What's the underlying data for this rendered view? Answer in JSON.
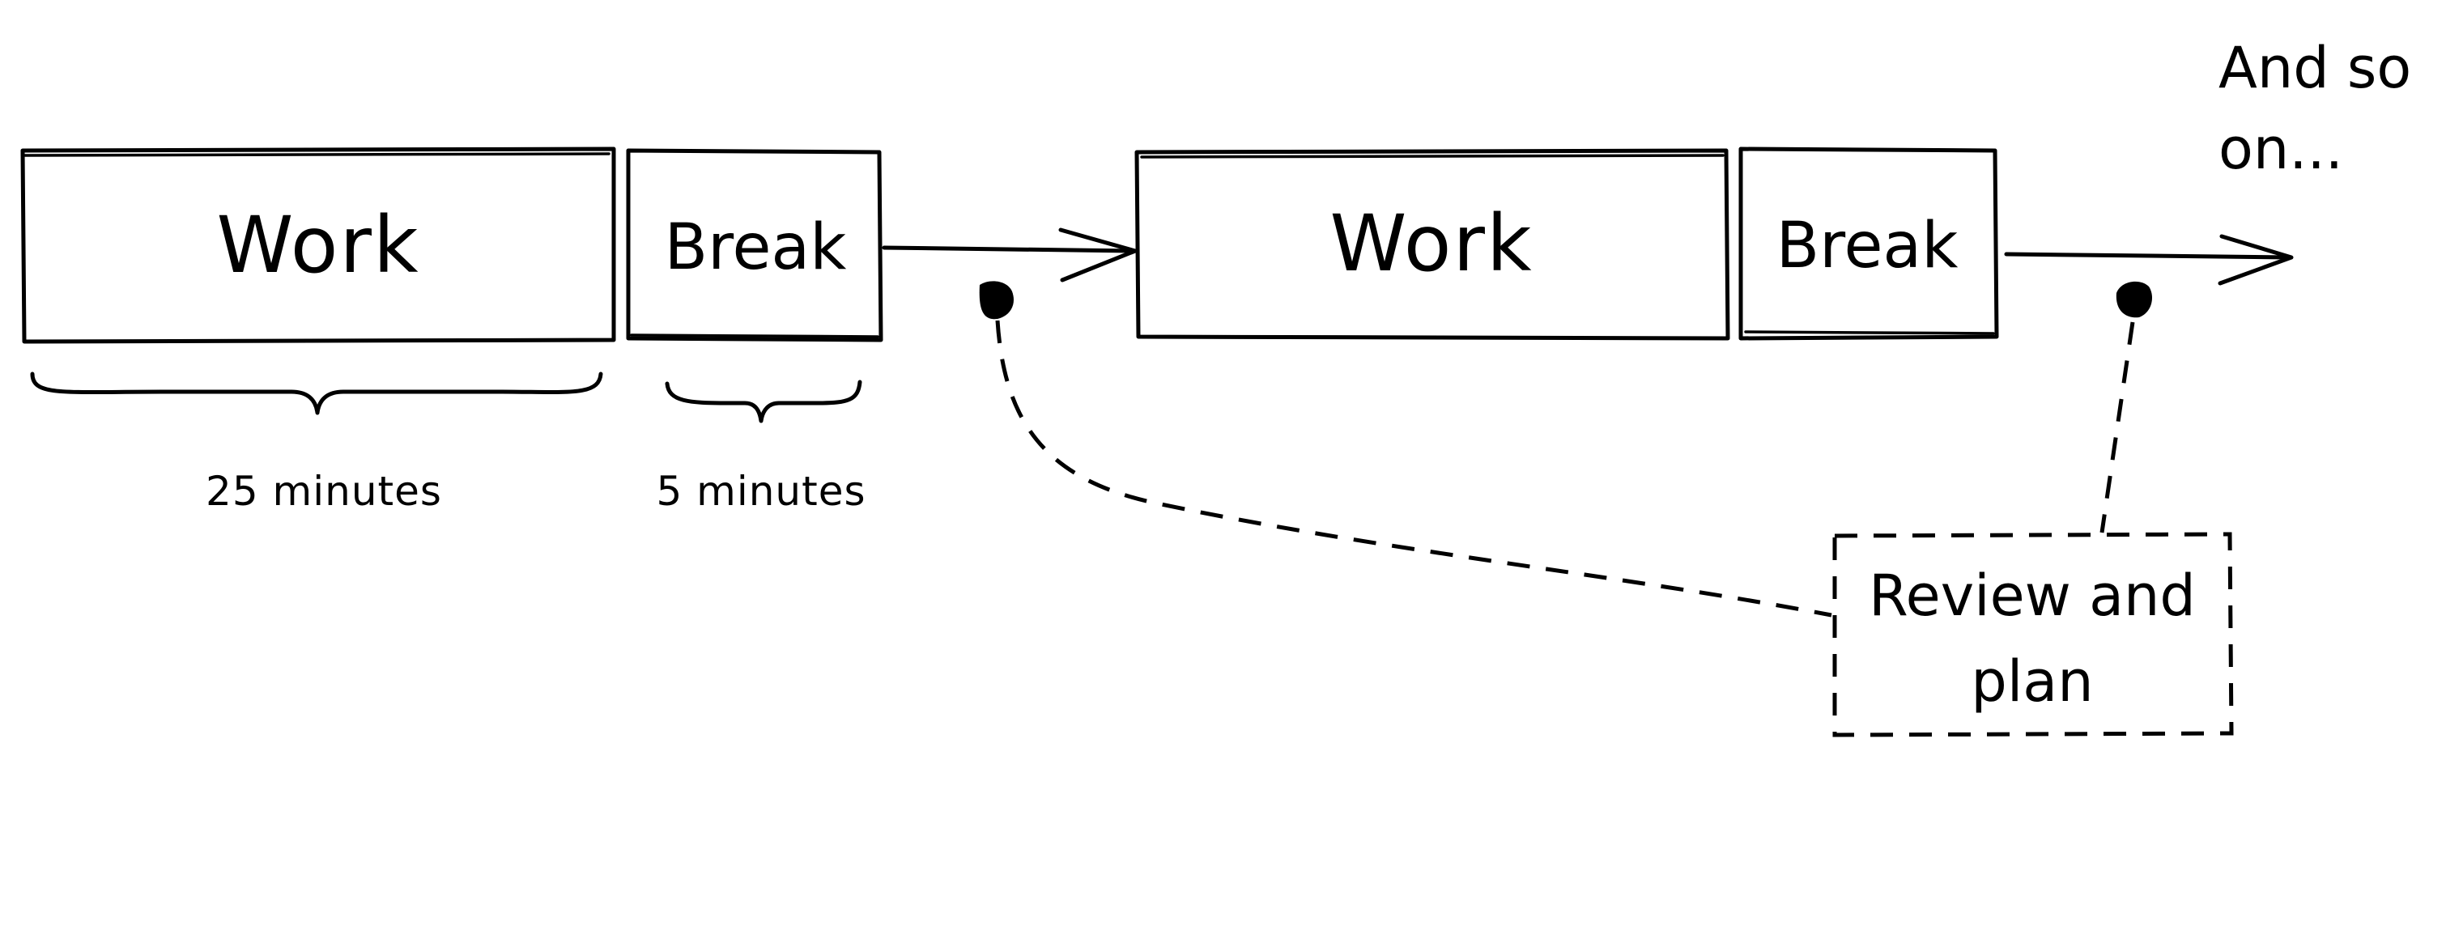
{
  "diagram": {
    "blocks": [
      {
        "label": "Work"
      },
      {
        "label": "Break"
      },
      {
        "label": "Work"
      },
      {
        "label": "Break"
      }
    ],
    "durations": {
      "work": "25 minutes",
      "break": "5 minutes"
    },
    "review_note": {
      "line1": "Review and",
      "line2": "plan"
    },
    "continuation": {
      "line1": "And so",
      "line2": "on..."
    }
  }
}
